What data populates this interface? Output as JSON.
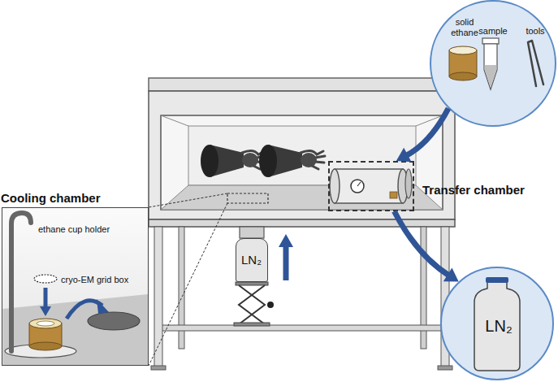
{
  "diagram": {
    "nodes": [
      {
        "text": [
          "solid ethane",
          "sample",
          "tools"
        ]
      },
      {
        "text": [
          "Transfer chamber"
        ]
      },
      {
        "text": [
          "LN₂"
        ]
      },
      {
        "text": [
          "Cooling chamber",
          "ethane cup holder",
          "cryo-EM grid box"
        ]
      },
      {
        "text": [
          "LN₂"
        ]
      }
    ],
    "edges": [
      {
        "from": 0,
        "to": 1,
        "arrow": "to"
      },
      {
        "from": 1,
        "to": 2,
        "arrow": "to"
      }
    ]
  }
}
